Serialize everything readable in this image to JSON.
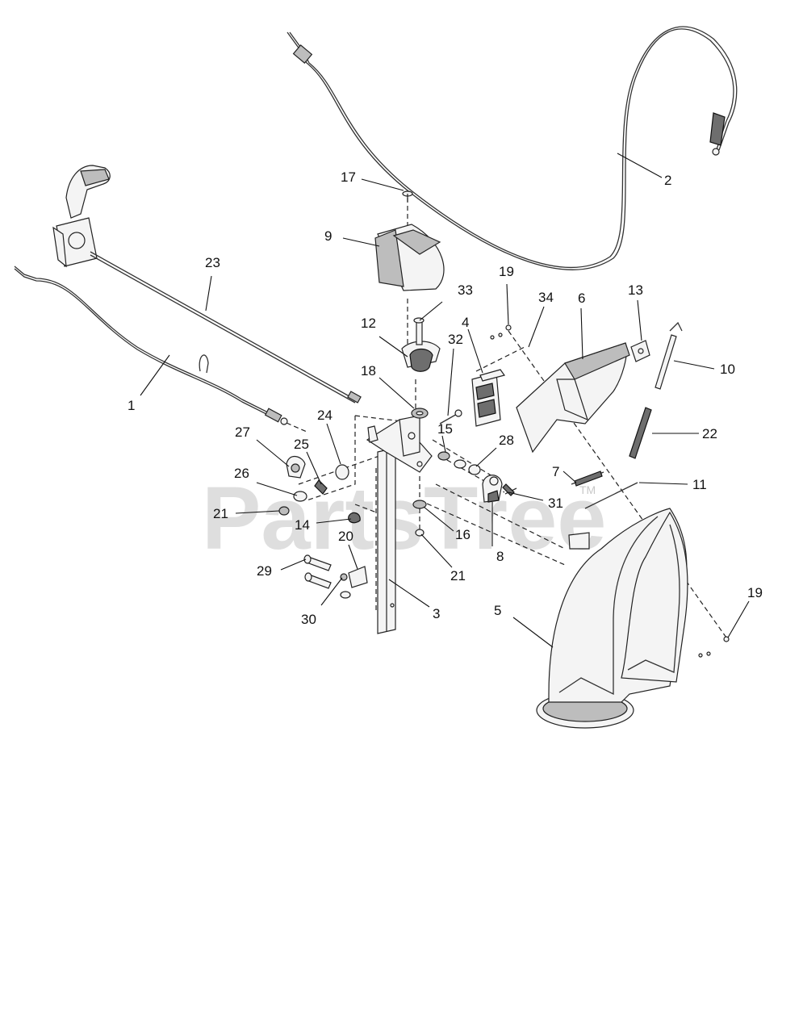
{
  "watermark": {
    "text": "PartsTree",
    "tm": "TM"
  },
  "callouts": [
    "1",
    "2",
    "3",
    "4",
    "5",
    "6",
    "7",
    "8",
    "9",
    "10",
    "11",
    "12",
    "13",
    "14",
    "15",
    "16",
    "17",
    "18",
    "19",
    "19",
    "20",
    "21",
    "21",
    "22",
    "23",
    "24",
    "25",
    "26",
    "27",
    "28",
    "29",
    "30",
    "31",
    "32",
    "33",
    "34"
  ]
}
